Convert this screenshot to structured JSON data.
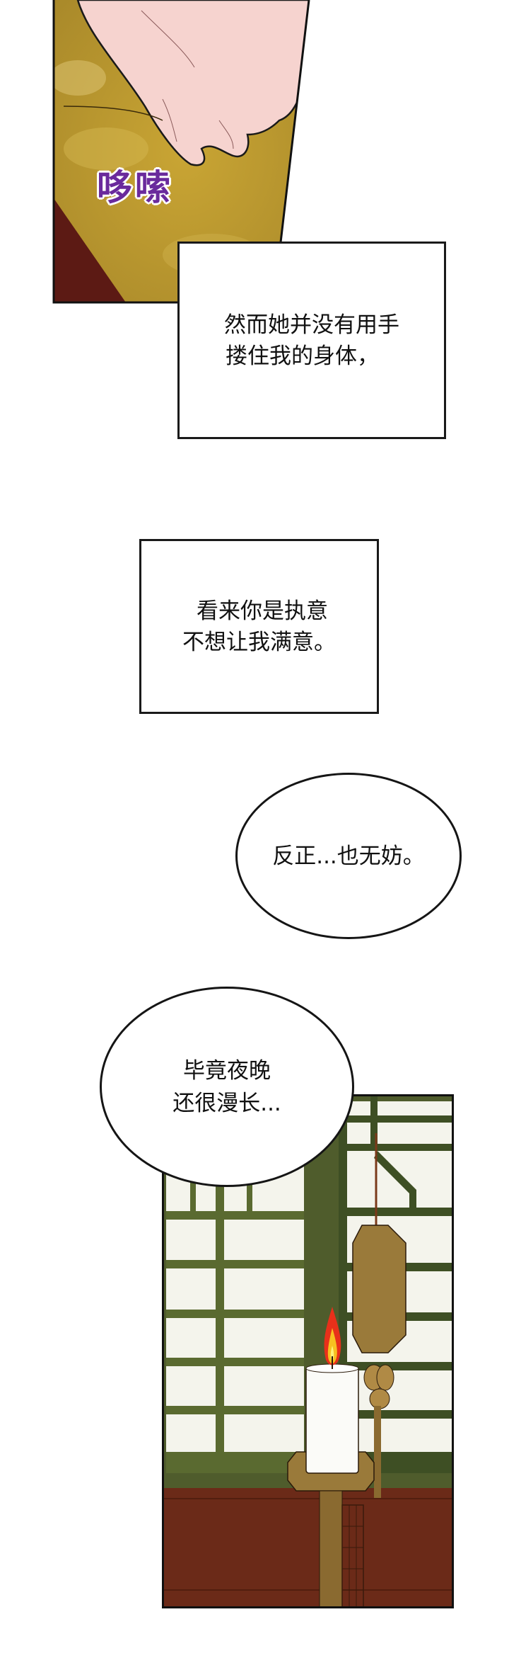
{
  "panels": {
    "top": {
      "description": "hand gripping golden fabric",
      "sfx": "哆嗦",
      "colors": {
        "fabric": "#b8962a",
        "skin": "#f6d3cf",
        "shadow": "#5c1a14",
        "sfx": "#6a2a9c"
      }
    },
    "bottom": {
      "description": "lit candle on stand before lattice window",
      "colors": {
        "wall": "#4f5c2c",
        "floor": "#6b2a18",
        "stand": "#9a7a3a",
        "flame": "#f05a10"
      }
    }
  },
  "captions": [
    {
      "lines": [
        "然而她并没有用手",
        "搂住我的身体，"
      ]
    },
    {
      "lines": [
        "看来你是执意",
        "不想让我满意。"
      ]
    }
  ],
  "bubbles": [
    {
      "lines": [
        "反正...也无妨。"
      ]
    },
    {
      "lines": [
        "毕竟夜晚",
        "还很漫长..."
      ]
    }
  ]
}
